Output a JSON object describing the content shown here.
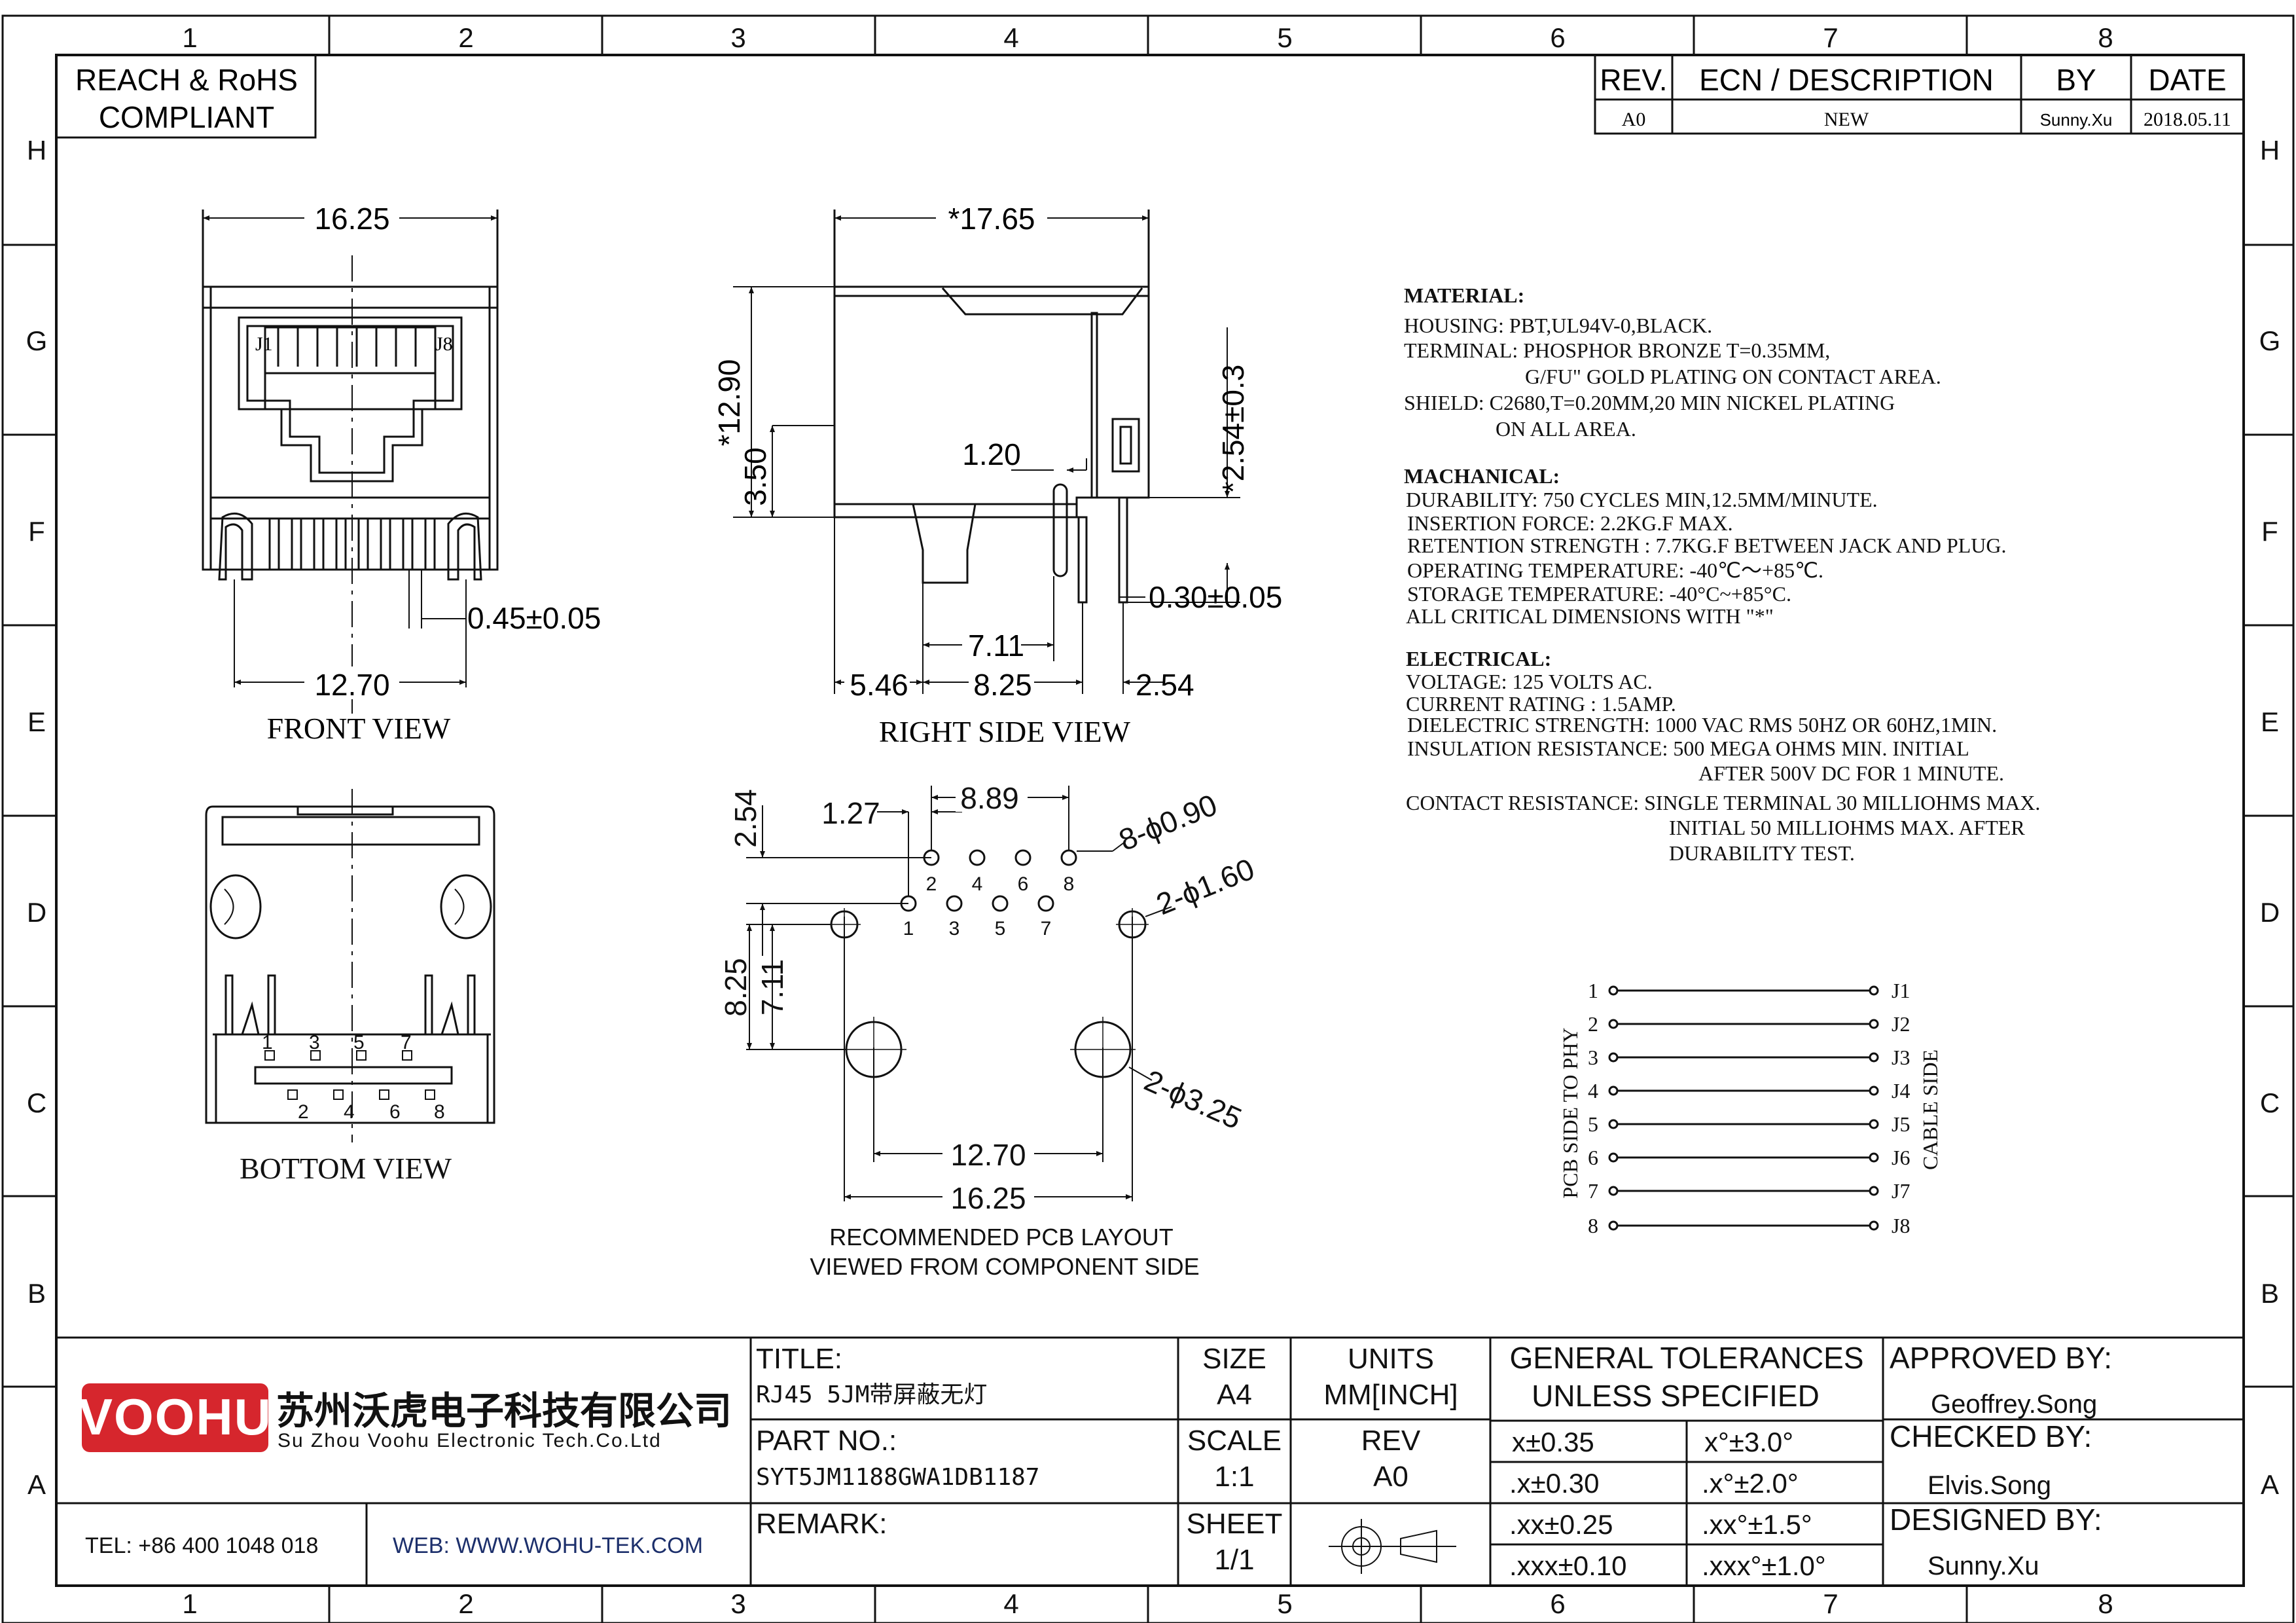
{
  "frame": {
    "columns": [
      "1",
      "2",
      "3",
      "4",
      "5",
      "6",
      "7",
      "8"
    ],
    "rows": [
      "H",
      "G",
      "F",
      "E",
      "D",
      "C",
      "B",
      "A"
    ]
  },
  "compliance": {
    "line1": "REACH & RoHS",
    "line2": "COMPLIANT"
  },
  "revision_table": {
    "headers": [
      "REV.",
      "ECN / DESCRIPTION",
      "BY",
      "DATE"
    ],
    "row": [
      "A0",
      "NEW",
      "Sunny.Xu",
      "2018.05.11"
    ]
  },
  "views": {
    "front": {
      "label": "FRONT VIEW",
      "dim_width": "16.25",
      "dim_pitch": "12.70",
      "dim_pin": "0.45±0.05",
      "pin_first": "J1",
      "pin_last": "J8"
    },
    "right": {
      "label": "RIGHT SIDE VIEW",
      "dim_length": "*17.65",
      "dim_height": "*12.90",
      "dim_350": "3.50",
      "dim_120": "1.20",
      "dim_254v": "*2.54±0.3",
      "dim_030": "0.30±0.05",
      "dim_711": "7.11",
      "dim_546": "5.46",
      "dim_825": "8.25",
      "dim_254": "2.54"
    },
    "bottom": {
      "label": "BOTTOM VIEW",
      "pins_top": [
        "1",
        "3",
        "5",
        "7"
      ],
      "pins_bottom": [
        "2",
        "4",
        "6",
        "8"
      ]
    },
    "pcb": {
      "label1": "RECOMMENDED PCB LAYOUT",
      "label2": "VIEWED FROM COMPONENT SIDE",
      "dim_889": "8.89",
      "dim_127": "1.27",
      "dim_254": "2.54",
      "dim_825": "8.25",
      "dim_711": "7.11",
      "dim_1270": "12.70",
      "dim_1625": "16.25",
      "hole_small": "8-ϕ0.90",
      "hole_mid": "2-ϕ1.60",
      "hole_large": "2-ϕ3.25",
      "pins_upper": [
        "2",
        "4",
        "6",
        "8"
      ],
      "pins_lower": [
        "1",
        "3",
        "5",
        "7"
      ]
    }
  },
  "specs": {
    "material_title": "MATERIAL:",
    "material": [
      "HOUSING: PBT,UL94V-0,BLACK.",
      "TERMINAL: PHOSPHOR BRONZE T=0.35MM,",
      "G/FU\" GOLD PLATING ON CONTACT AREA.",
      "SHIELD: C2680,T=0.20MM,20 MIN NICKEL PLATING",
      "ON ALL AREA."
    ],
    "mechanical_title": "MACHANICAL:",
    "mechanical": [
      "DURABILITY: 750 CYCLES MIN,12.5MM/MINUTE.",
      "INSERTION FORCE: 2.2KG.F MAX.",
      "RETENTION STRENGTH : 7.7KG.F BETWEEN JACK AND PLUG.",
      "OPERATING TEMPERATURE: -40℃～+85℃.",
      "STORAGE TEMPERATURE: -40°C~+85°C.",
      "ALL CRITICAL DIMENSIONS WITH \"*\""
    ],
    "electrical_title": "ELECTRICAL:",
    "electrical": [
      "VOLTAGE: 125 VOLTS AC.",
      "CURRENT RATING : 1.5AMP.",
      "DIELECTRIC STRENGTH: 1000 VAC RMS 50HZ OR 60HZ,1MIN.",
      "INSULATION RESISTANCE: 500 MEGA OHMS MIN. INITIAL",
      "AFTER 500V DC FOR 1 MINUTE.",
      "CONTACT RESISTANCE: SINGLE TERMINAL 30 MILLIOHMS MAX.",
      "INITIAL 50 MILLIOHMS MAX. AFTER",
      "DURABILITY TEST."
    ]
  },
  "schematic": {
    "left_label": "PCB SIDE TO PHY",
    "right_label": "CABLE SIDE",
    "left_pins": [
      "1",
      "2",
      "3",
      "4",
      "5",
      "6",
      "7",
      "8"
    ],
    "right_pins": [
      "J1",
      "J2",
      "J3",
      "J4",
      "J5",
      "J6",
      "J7",
      "J8"
    ]
  },
  "title_block": {
    "logo": "VOOHU",
    "company_cn": "苏州沃虎电子科技有限公司",
    "company_en": "Su Zhou Voohu Electronic Tech.Co.Ltd",
    "tel": "TEL: +86 400 1048 018",
    "web": "WEB: WWW.WOHU-TEK.COM",
    "title_label": "TITLE:",
    "title_value": "RJ45 5JM带屏蔽无灯",
    "partno_label": "PART NO.:",
    "partno_value": "SYT5JM1188GWA1DB1187",
    "remark_label": "REMARK:",
    "size_label": "SIZE",
    "size_value": "A4",
    "units_label": "UNITS",
    "units_value": "MM[INCH]",
    "scale_label": "SCALE",
    "scale_value": "1:1",
    "rev_label": "REV",
    "rev_value": "A0",
    "sheet_label": "SHEET",
    "sheet_value": "1/1",
    "tol_label1": "GENERAL TOLERANCES",
    "tol_label2": "UNLESS SPECIFIED",
    "tolerances": [
      [
        "x±0.35",
        "x°±3.0°"
      ],
      [
        ".x±0.30",
        ".x°±2.0°"
      ],
      [
        ".xx±0.25",
        ".xx°±1.5°"
      ],
      [
        ".xxx±0.10",
        ".xxx°±1.0°"
      ]
    ],
    "approved_label": "APPROVED BY:",
    "approved_value": "Geoffrey.Song",
    "checked_label": "CHECKED BY:",
    "checked_value": "Elvis.Song",
    "designed_label": "DESIGNED BY:",
    "designed_value": "Sunny.Xu"
  },
  "colors": {
    "logo_red": "#d6262d",
    "web_blue": "#1c2f6b",
    "line": "#111111"
  }
}
